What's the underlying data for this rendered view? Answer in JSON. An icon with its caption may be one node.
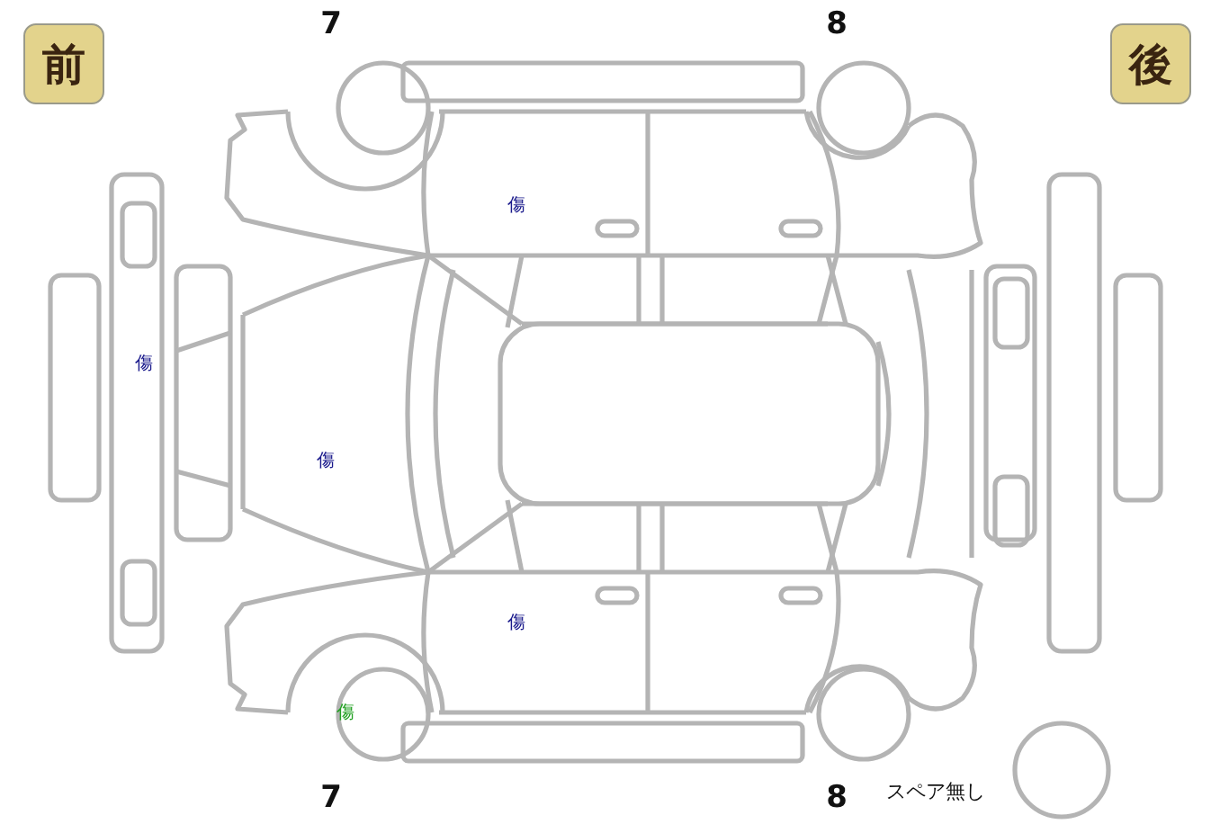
{
  "diagram": {
    "nodes": [
      {
        "text": [
          "前"
        ]
      },
      {
        "text": [
          "後"
        ]
      }
    ],
    "labels": [
      "7",
      "8",
      "傷",
      "傷",
      "傷",
      "傷",
      "傷",
      "7",
      "8",
      "スペア無し"
    ]
  }
}
